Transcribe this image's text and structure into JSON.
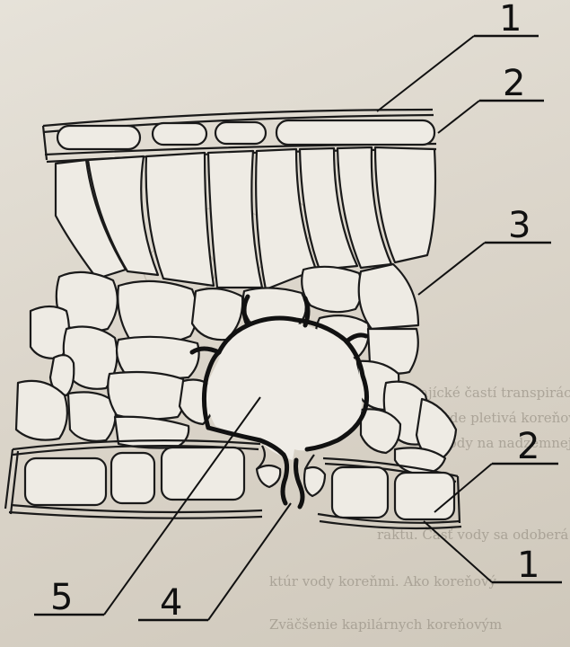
{
  "labels": [
    {
      "id": "label-1-top",
      "text": "1"
    },
    {
      "id": "label-2-top",
      "text": "2"
    },
    {
      "id": "label-3",
      "text": "3"
    },
    {
      "id": "label-2-bottom",
      "text": "2"
    },
    {
      "id": "label-1-bottom",
      "text": "1"
    },
    {
      "id": "label-5",
      "text": "5"
    },
    {
      "id": "label-4",
      "text": "4"
    }
  ],
  "background_text": [
    "ajícké  častí  transpirácie  je",
    "mi  kde  pletivá  koreňového",
    "ne  vody  na  nadzemnej  časti",
    "raktu.  Časť  vody  sa  odoberá",
    "ktúr  vody  koreňmi.  Ako  koreňový",
    "Zväčšenie  kapilárnych  koreňovým"
  ],
  "colors": {
    "paper": "#dcd6cb",
    "ink": "#111111",
    "cell_fill": "#eeebe4"
  }
}
